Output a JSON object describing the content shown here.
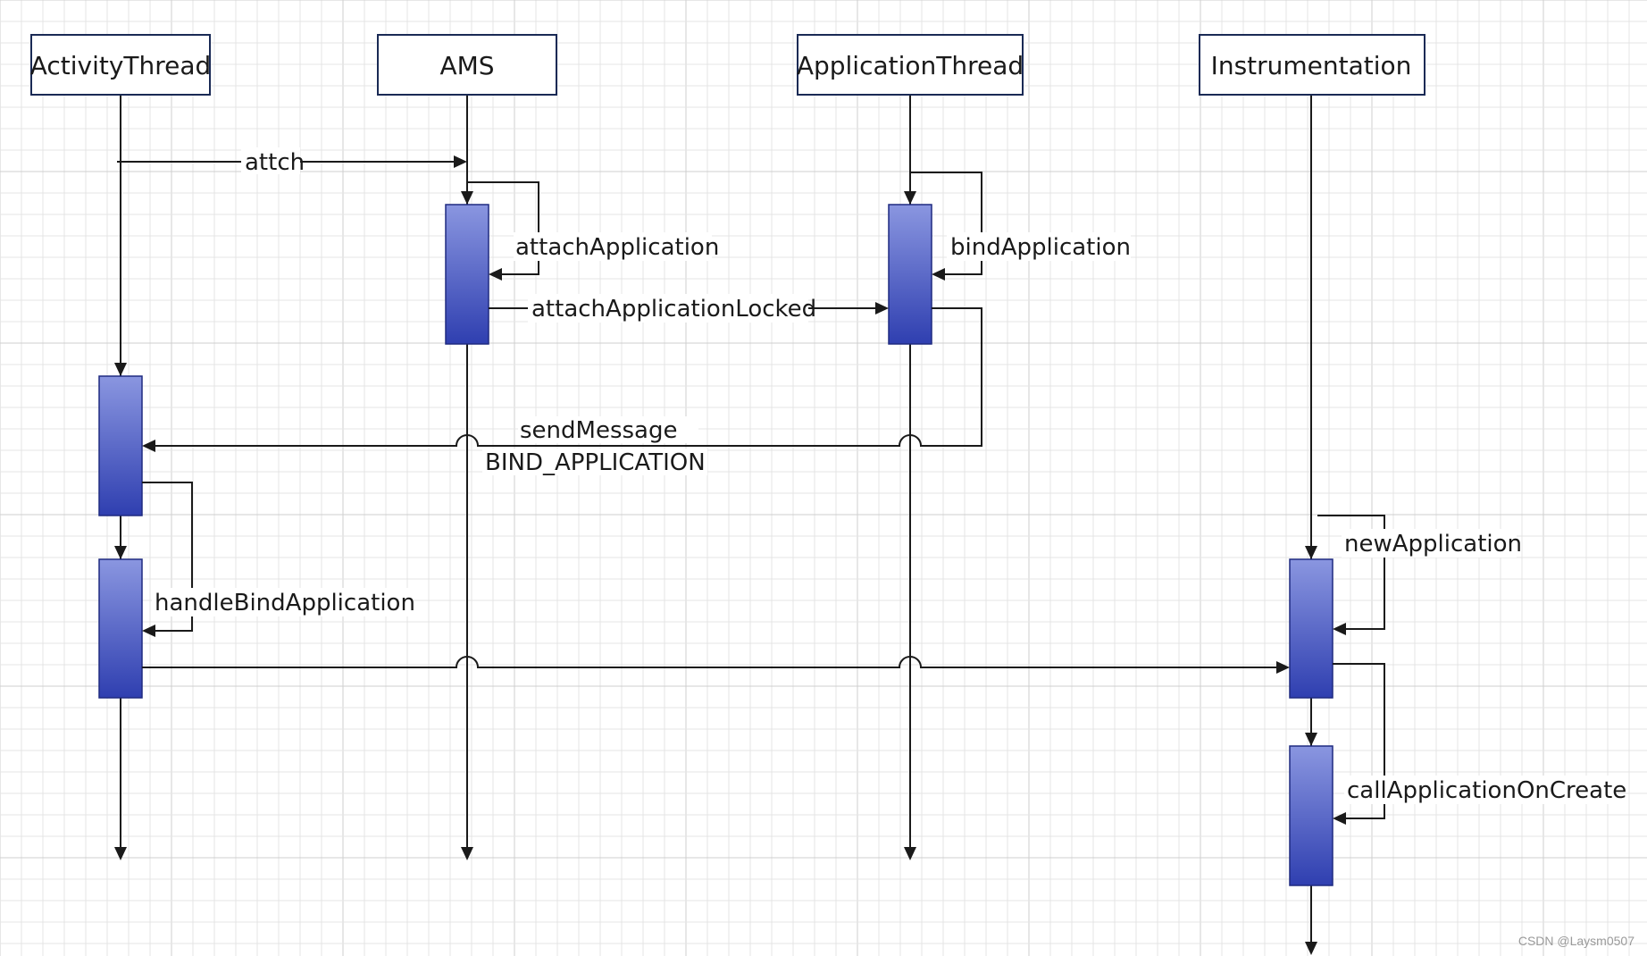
{
  "participants": [
    {
      "id": "activity_thread",
      "label": "ActivityThread"
    },
    {
      "id": "ams",
      "label": "AMS"
    },
    {
      "id": "application_thread",
      "label": "ApplicationThread"
    },
    {
      "id": "instrumentation",
      "label": "Instrumentation"
    }
  ],
  "messages": {
    "attch": "attch",
    "attach_application": "attachApplication",
    "attach_application_locked": "attachApplicationLocked",
    "bind_application": "bindApplication",
    "send_message_line1": "sendMessage",
    "send_message_line2": "BIND_APPLICATION",
    "handle_bind_application": "handleBindApplication",
    "new_application": "newApplication",
    "call_application_on_create": "callApplicationOnCreate"
  },
  "watermark": "CSDN @Laysm0507",
  "colors": {
    "activation_top": "#8a96e0",
    "activation_bottom": "#2f3fb0",
    "line": "#1a1a1a",
    "grid_minor": "#e4e4e4",
    "grid_major": "#cfcfcf"
  }
}
